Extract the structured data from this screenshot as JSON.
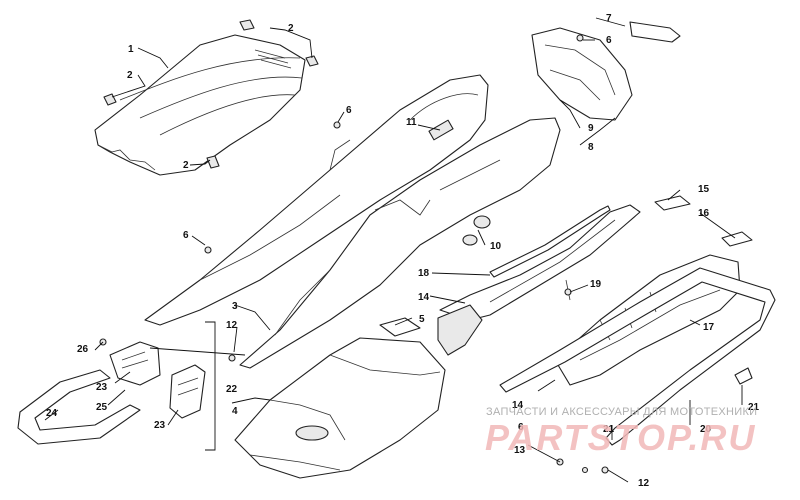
{
  "watermark": {
    "tagline": "ЗАПЧАСТИ И АКСЕССУАРЫ ДЛЯ МОТОТЕХНИКИ",
    "brand": "PARTSTOP.RU"
  },
  "callouts": {
    "c1": "1",
    "c2a": "2",
    "c2b": "2",
    "c2c": "2",
    "c3": "3",
    "c4": "4",
    "c5": "5",
    "c6a": "6",
    "c6b": "6",
    "c6c": "6",
    "c6d": "6",
    "c7": "7",
    "c8": "8",
    "c9": "9",
    "c10": "10",
    "c11": "11",
    "c12a": "12",
    "c12b": "12",
    "c13": "13",
    "c14a": "14",
    "c14b": "14",
    "c15": "15",
    "c16": "16",
    "c17": "17",
    "c18": "18",
    "c19": "19",
    "c20": "20",
    "c21a": "21",
    "c21b": "21",
    "c22": "22",
    "c23a": "23",
    "c23b": "23",
    "c24": "24",
    "c25": "25",
    "c26": "26"
  }
}
